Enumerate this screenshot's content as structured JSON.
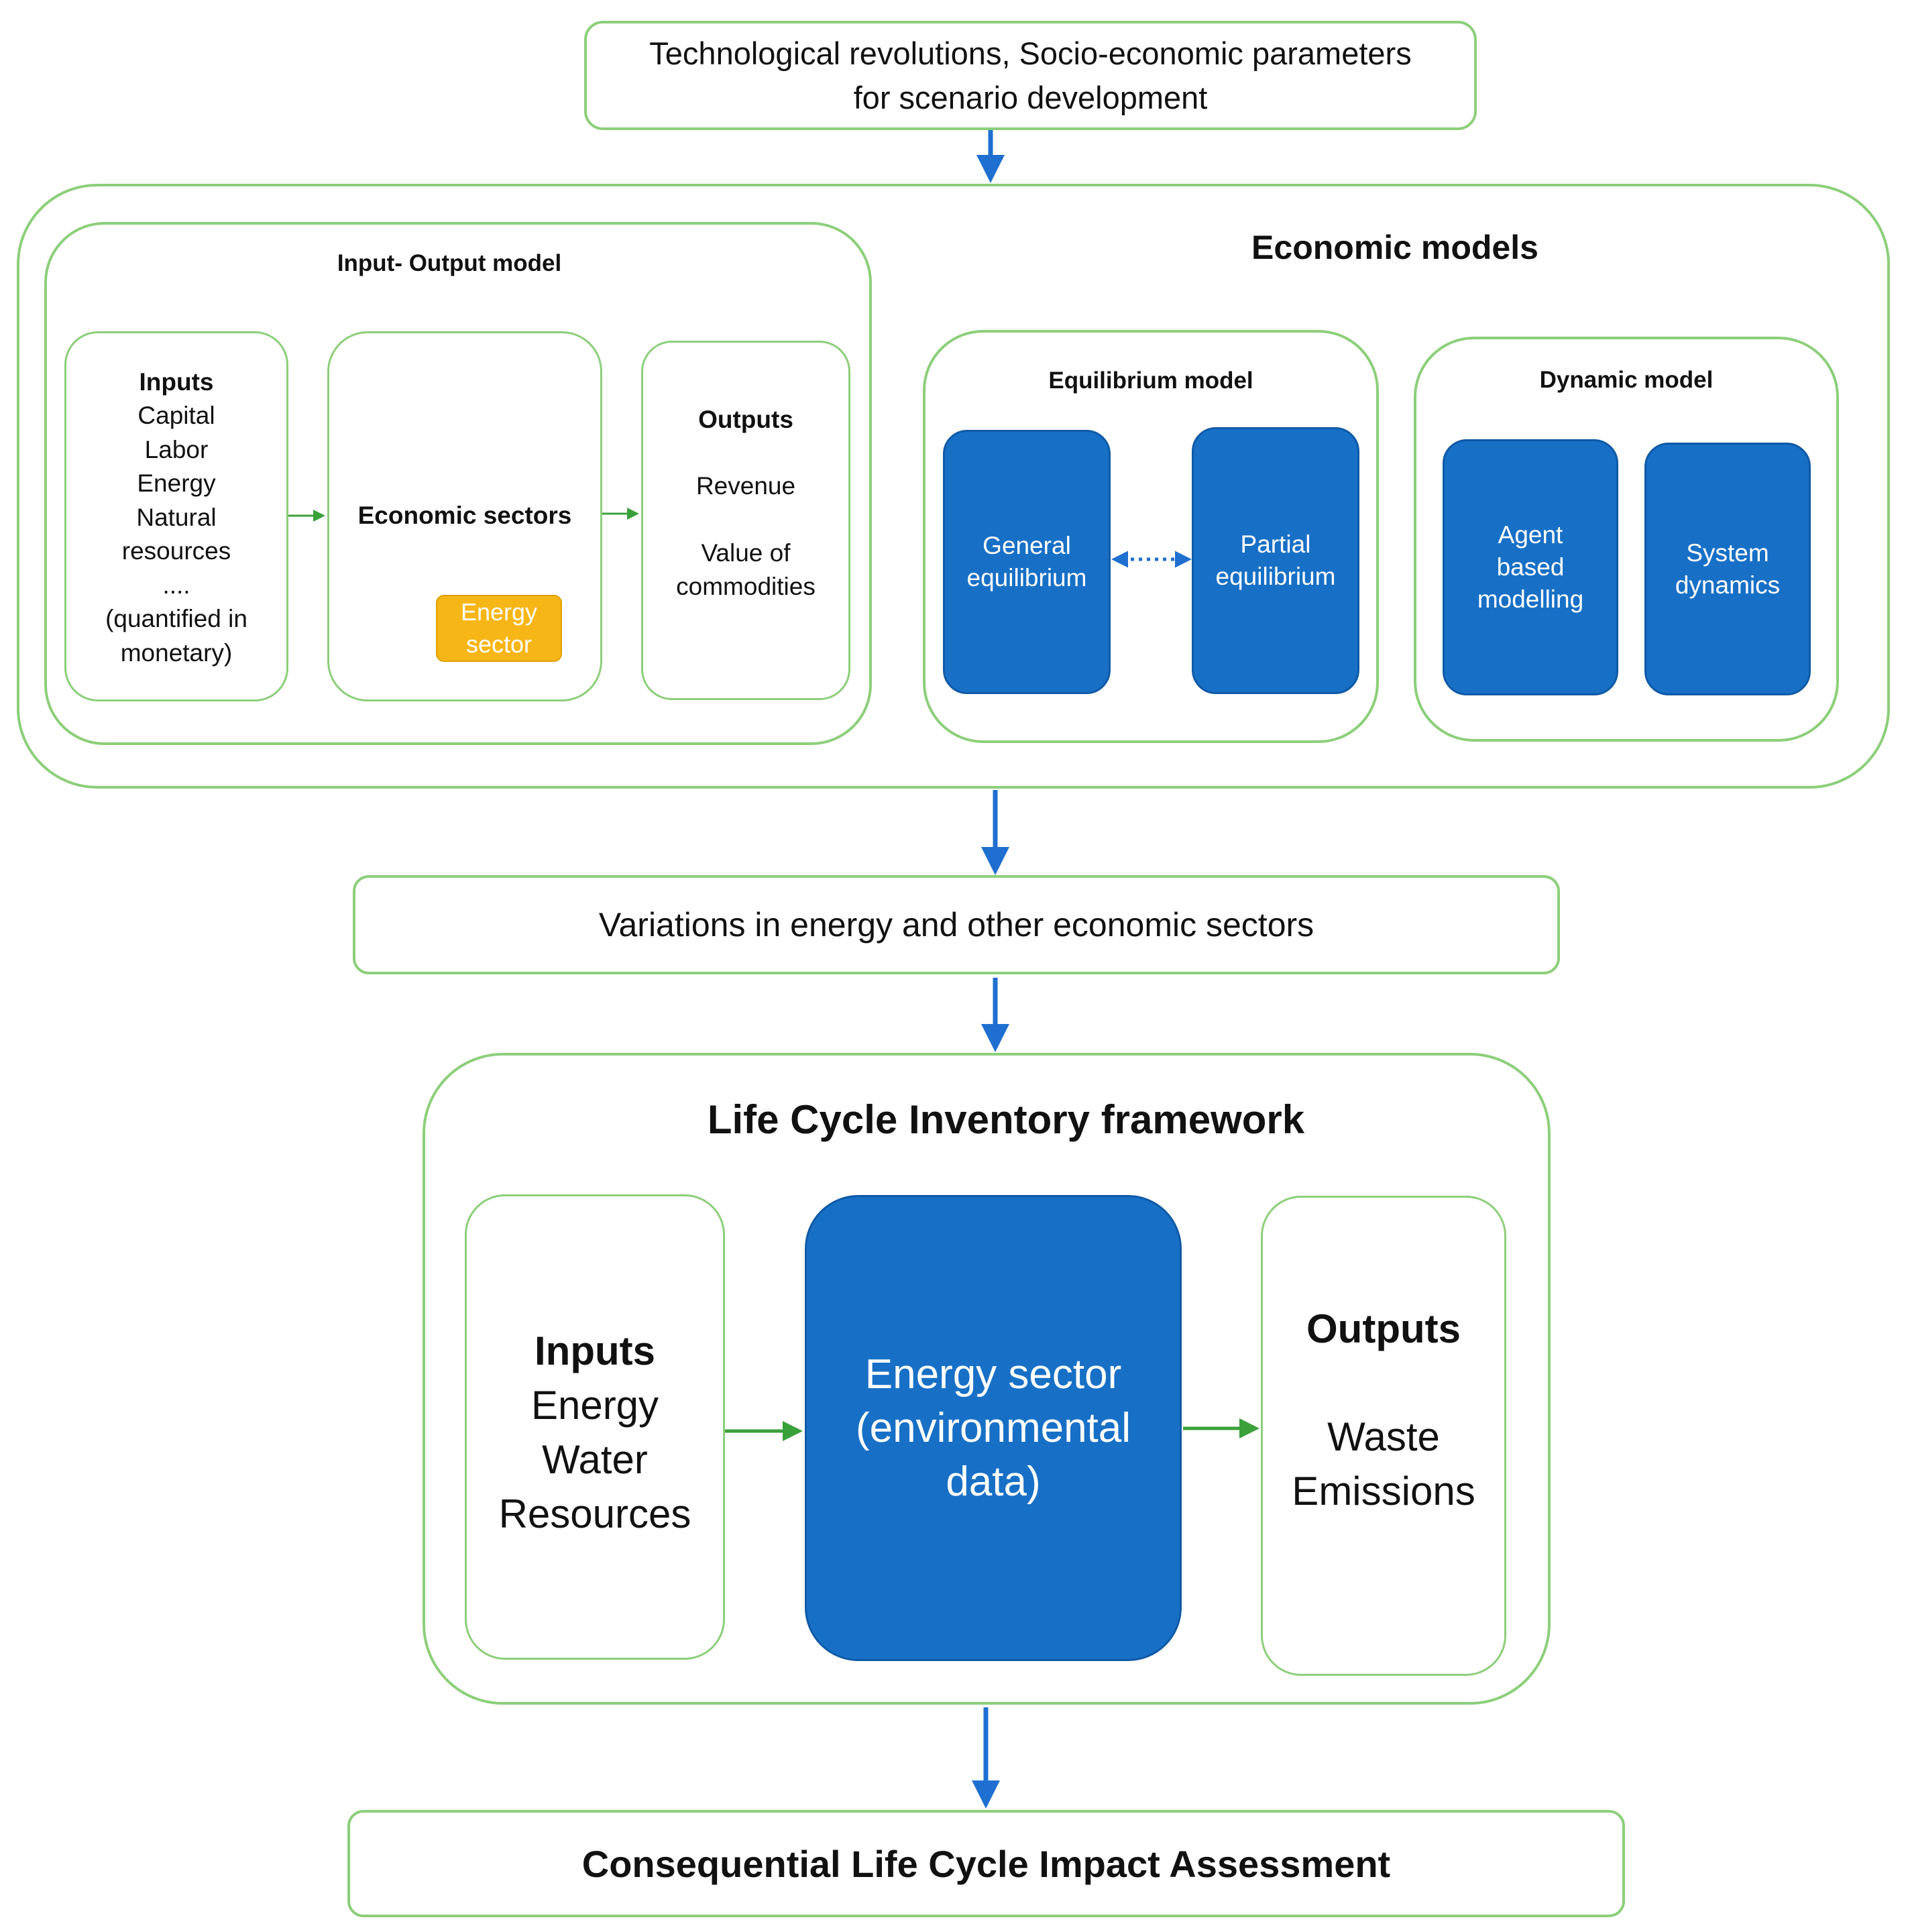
{
  "top": {
    "text": "Technological revolutions, Socio-economic parameters\nfor scenario development"
  },
  "economic_models": {
    "title": "Economic models",
    "io_model": {
      "title": "Input- Output model",
      "inputs": {
        "heading": "Inputs",
        "items": "Capital\nLabor\nEnergy\nNatural\nresources\n....\n(quantified in\nmonetary)"
      },
      "sectors": {
        "heading": "Economic sectors",
        "energy": "Energy\nsector"
      },
      "outputs": {
        "heading": "Outputs",
        "items": "Revenue\n\nValue of\ncommodities"
      }
    },
    "equilibrium": {
      "title": "Equilibrium model",
      "general": "General\nequilibrium",
      "partial": "Partial\nequilibrium"
    },
    "dynamic": {
      "title": "Dynamic model",
      "agent": "Agent\nbased\nmodelling",
      "system": "System\ndynamics"
    }
  },
  "variations": {
    "text": "Variations in energy and other economic sectors"
  },
  "lci": {
    "title": "Life Cycle Inventory framework",
    "inputs": {
      "heading": "Inputs",
      "items": "Energy\nWater\nResources"
    },
    "center": "Energy sector\n(environmental\ndata)",
    "outputs": {
      "heading": "Outputs",
      "items": "Waste\nEmissions"
    }
  },
  "final": {
    "text": "Consequential Life Cycle Impact Assessment"
  },
  "colors": {
    "border_green": "#8ccf7a",
    "arrow_blue": "#1f6fd0",
    "box_blue": "#1870c6",
    "energy_orange": "#f7b617",
    "arrow_green": "#3aa13a"
  }
}
